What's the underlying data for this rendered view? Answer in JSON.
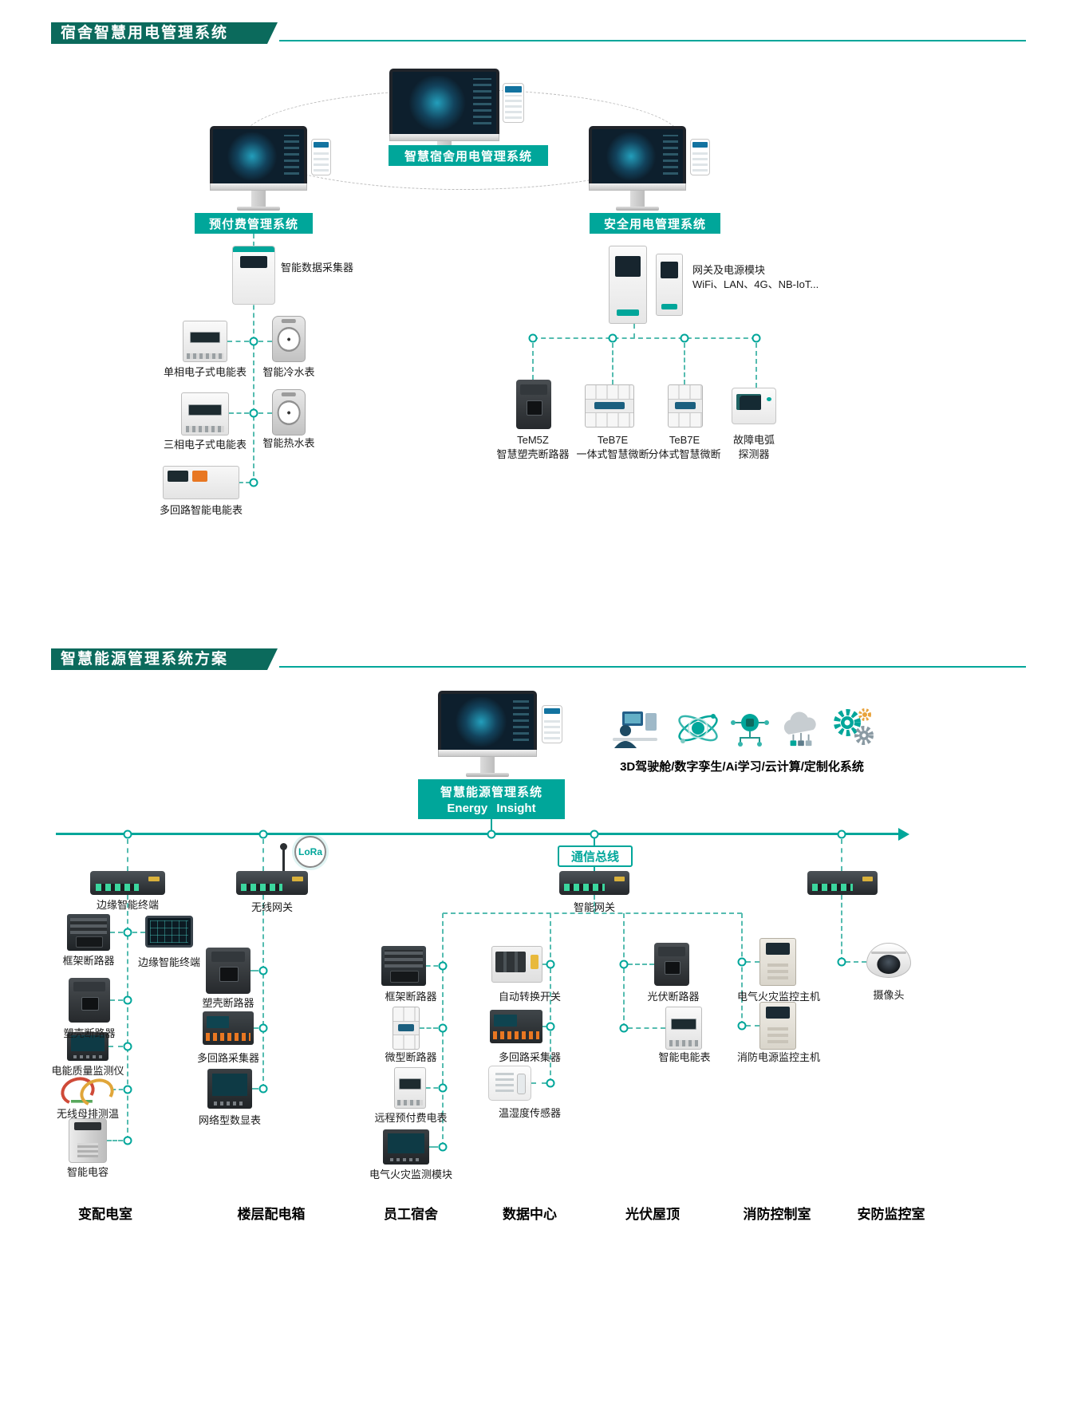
{
  "colors": {
    "teal": "#00a69a",
    "header_bar": "#0b6a5c",
    "dash": "#55bcb0",
    "screen_glow": "#24a5c3"
  },
  "icons": {
    "tech_row": [
      "3d-cockpit-icon",
      "digital-twin-icon",
      "ai-learning-icon",
      "cloud-computing-icon",
      "customization-gears-icon"
    ],
    "badge": "lora-icon"
  },
  "s1": {
    "title": "宿舍智慧用电管理系统",
    "center_system": "智慧宿舍用电管理系统",
    "prepaid_system": "预付费管理系统",
    "safety_system": "安全用电管理系统",
    "collector": "智能数据采集器",
    "meter_single": "单相电子式电能表",
    "water_cold": "智能冷水表",
    "meter_three": "三相电子式电能表",
    "water_hot": "智能热水表",
    "meter_multi": "多回路智能电能表",
    "gateway_note": "网关及电源模块\nWiFi、LAN、4G、NB-IoT...",
    "breaker1": "TeM5Z\n智慧塑壳断路器",
    "breaker2": "TeB7E\n一体式智慧微断",
    "breaker3": "TeB7E\n分体式智慧微断",
    "arc_detector": "故障电弧\n探测器"
  },
  "s2": {
    "title": "智慧能源管理系统方案",
    "tech_caption": "3D驾驶舱/数字孪生/Ai学习/云计算/定制化系统",
    "system_name": "智慧能源管理系统",
    "system_name_en": "Energy Insight",
    "bus_label": "通信总线",
    "lora": "LoRa",
    "smart_gateway": "智能网关",
    "col1": {
      "title": "变配电室",
      "edge_terminal": "边缘智能终端",
      "frame_breaker": "框架断路器",
      "edge_terminal2": "边缘智能终端",
      "mccb": "塑壳断路器",
      "pq_monitor": "电能质量监测仪",
      "busbar_temp": "无线母排测温",
      "capacitor": "智能电容"
    },
    "col2": {
      "title": "楼层配电箱",
      "wireless_gw": "无线网关",
      "mccb": "塑壳断路器",
      "daq": "多回路采集器",
      "display_meter": "网络型数显表"
    },
    "col3": {
      "title": "员工宿舍",
      "frame_breaker": "框架断路器",
      "mcb": "微型断路器",
      "prepaid_meter": "远程预付费电表",
      "fire_module": "电气火灾监测模块"
    },
    "col4": {
      "title": "数据中心",
      "ats": "自动转换开关",
      "daq": "多回路采集器",
      "th_sensor": "温湿度传感器"
    },
    "col5": {
      "title": "光伏屋顶",
      "pv_breaker": "光伏断路器",
      "energy_meter": "智能电能表"
    },
    "col6": {
      "title": "消防控制室",
      "fire_host": "电气火灾监控主机",
      "power_host": "消防电源监控主机"
    },
    "col7": {
      "title": "安防监控室",
      "camera": "摄像头"
    }
  }
}
